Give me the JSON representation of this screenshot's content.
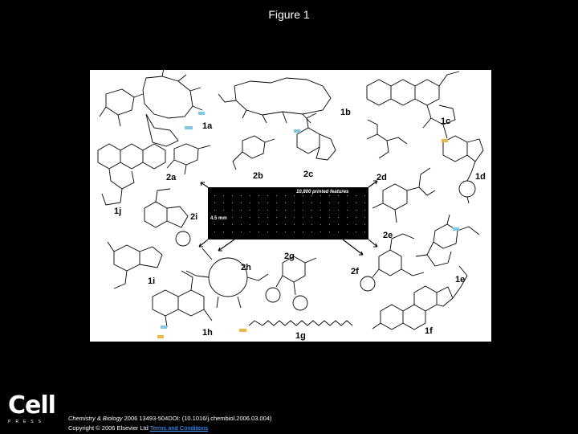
{
  "figure_title": "Figure 1",
  "panel": {
    "labels": {
      "1a": "1a",
      "1b": "1b",
      "1c": "1c",
      "1d": "1d",
      "1e": "1e",
      "1f": "1f",
      "1g": "1g",
      "1h": "1h",
      "1i": "1i",
      "1j": "1j",
      "2a": "2a",
      "2b": "2b",
      "2c": "2c",
      "2d": "2d",
      "2e": "2e",
      "2f": "2f",
      "2g": "2g",
      "2h": "2h",
      "2i": "2i"
    },
    "center_image": {
      "top_text": "10,800 printed features",
      "scale_text": "4.5 mm"
    }
  },
  "logo": {
    "word": "Cell",
    "sub": "PRESS"
  },
  "citation": {
    "journal": "Chemistry & Biology",
    "details": " 2006 13493-504DOI: (10.1016/j.chembiol.2006.03.004)",
    "copyright": "Copyright © 2006 Elsevier Ltd",
    "terms": "Terms and Conditions"
  }
}
